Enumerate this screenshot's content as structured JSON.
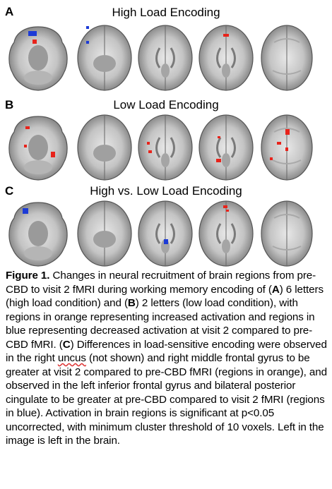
{
  "panels": [
    {
      "letter": "A",
      "title": "High Load Encoding"
    },
    {
      "letter": "B",
      "title": "Low Load Encoding"
    },
    {
      "letter": "C",
      "title": "High vs. Low Load Encoding"
    }
  ],
  "caption": {
    "figure_label": "Figure 1.",
    "t1": " Changes in neural recruitment of brain regions from pre-CBD to visit 2 fMRI during working memory encoding of (",
    "a": "A",
    "t2": ") 6 letters (high load condition) and (",
    "b": "B",
    "t3": ") 2 letters (low load condition), with regions in orange representing increased activation and regions in blue representing decreased activation at visit 2 compared to pre-CBD fMRI. (",
    "c": "C",
    "t4": ") Differences in load-sensitive encoding were observed in the right ",
    "uncus": "uncus",
    "t5": " (not shown) and right middle frontal gyrus to be greater at visit 2 compared to pre-CBD fMRI (regions in orange), and observed in the left inferior frontal gyrus and bilateral posterior cingulate to be greater at pre-CBD compared to visit 2 fMRI (regions in blue). Activation in brain regions is significant at p<0.05 uncorrected, with minimum cluster threshold of 10 voxels. Left in the image is left in the brain."
  },
  "colors": {
    "increase": "#e8231b",
    "decrease": "#1d3bd6"
  }
}
